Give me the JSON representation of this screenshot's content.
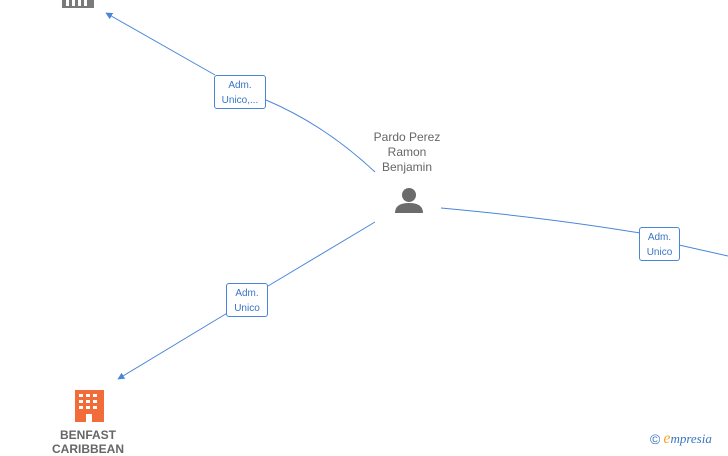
{
  "graph": {
    "colors": {
      "edge": "#4a86d8",
      "person": "#6b6b6b",
      "company_active": "#f26c3a",
      "company_other": "#7a7a7a"
    },
    "person": {
      "name_lines": [
        "Pardo Perez",
        "Ramon",
        "Benjamin"
      ],
      "icon": "person-icon"
    },
    "companies": [
      {
        "id": "top",
        "icon": "building-icon",
        "name_lines": []
      },
      {
        "id": "bottom",
        "icon": "building-icon",
        "name_lines": [
          "BENFAST",
          "CARIBBEAN"
        ]
      }
    ],
    "edges": [
      {
        "id": "edge-top",
        "label_lines": [
          "Adm.",
          "Unico,..."
        ]
      },
      {
        "id": "edge-right",
        "label_lines": [
          "Adm.",
          "Unico"
        ]
      },
      {
        "id": "edge-bottom",
        "label_lines": [
          "Adm.",
          "Unico"
        ]
      }
    ]
  },
  "watermark": {
    "symbol": "©",
    "brand_initial": "e",
    "brand_rest": "mpresia"
  }
}
